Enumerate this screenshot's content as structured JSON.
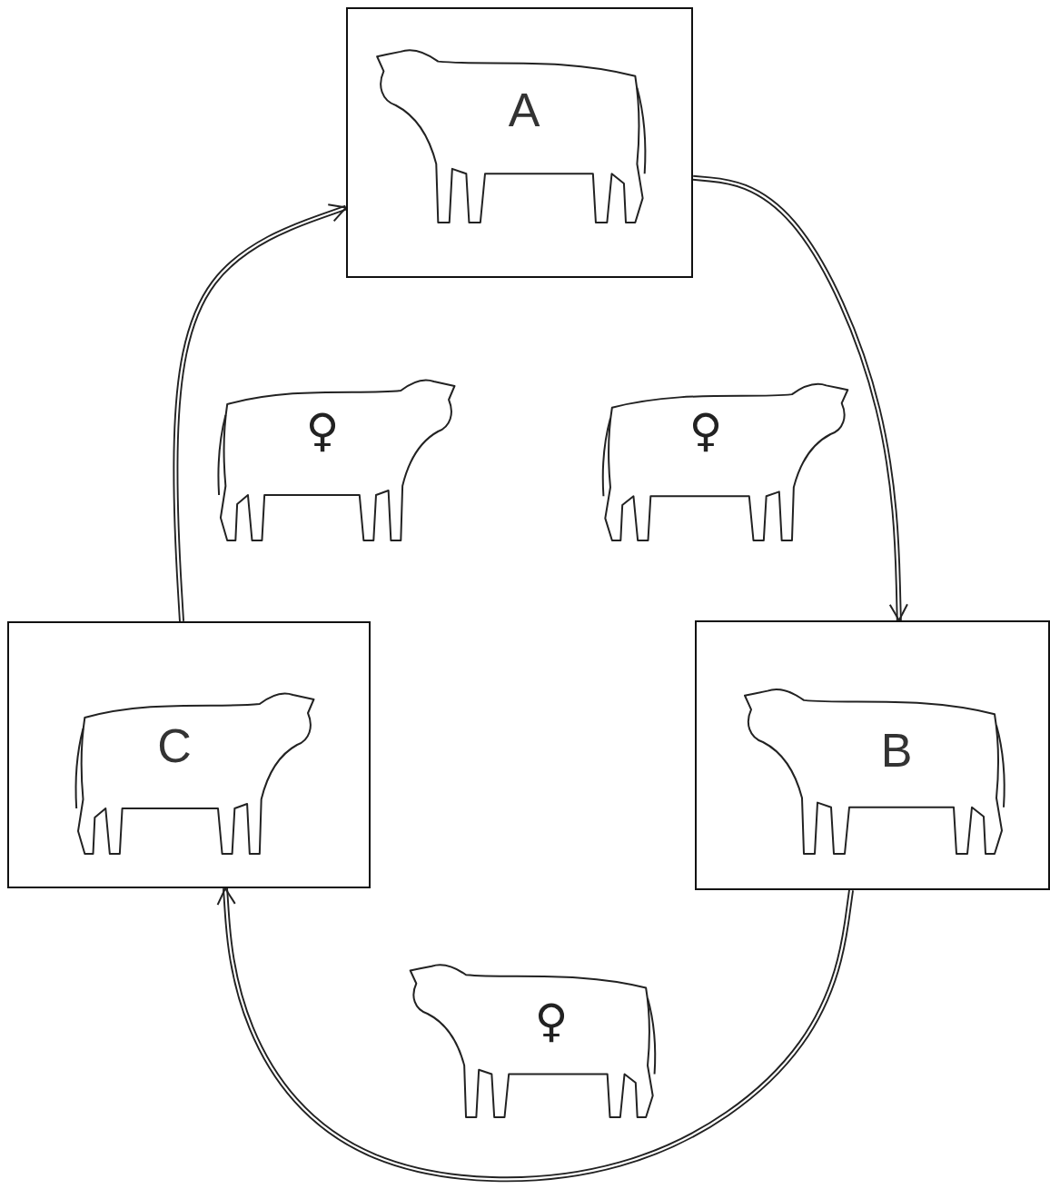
{
  "diagram": {
    "nodes": [
      {
        "text": [
          "A"
        ]
      },
      {
        "text": [
          "B"
        ]
      },
      {
        "text": [
          "C"
        ]
      }
    ],
    "edges": [
      {
        "from": 0,
        "to": 1,
        "arrow": "to"
      },
      {
        "from": 1,
        "to": 2,
        "arrow": "to"
      },
      {
        "from": 2,
        "to": 0,
        "arrow": "to"
      }
    ],
    "labels": [
      "♀",
      "♀",
      "♀"
    ]
  }
}
